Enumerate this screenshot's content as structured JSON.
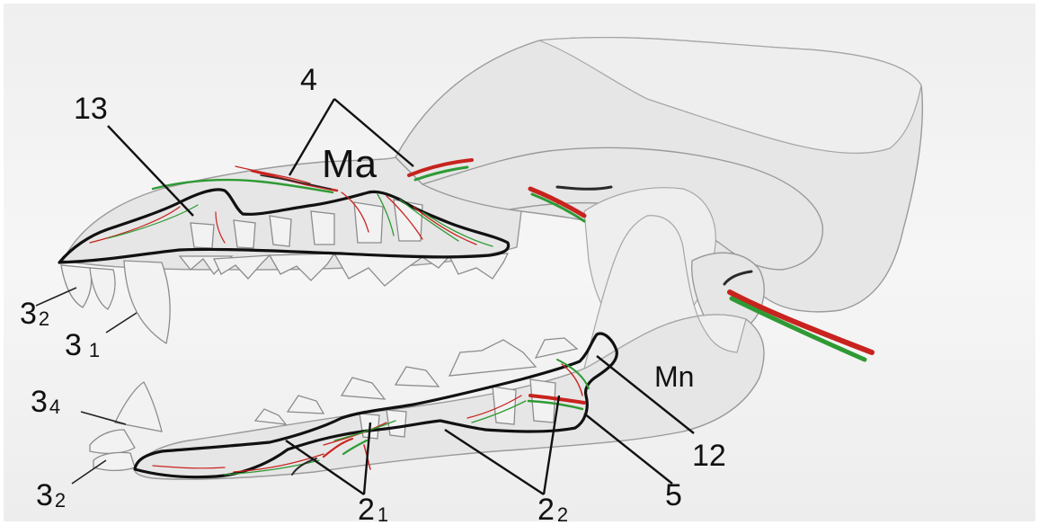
{
  "labels": {
    "l13": "13",
    "l4": "4",
    "ma": "Ma",
    "mn": "Mn",
    "l12": "12",
    "l5": "5",
    "l2_1_main": "2",
    "l2_1_sub": "1",
    "l2_2_main": "2",
    "l2_2_sub": "2",
    "l3_1_main": "3",
    "l3_1_sub": "1",
    "l3_2u_main": "3",
    "l3_2u_sub": "2",
    "l3_4_main": "3",
    "l3_4_sub": "4",
    "l3_2l_main": "3",
    "l3_2l_sub": "2"
  },
  "colors": {
    "nerve_red": "#c8231e",
    "nerve_green": "#2e9a34",
    "nerve_dark": "#2a2a2a",
    "outline": "#111111",
    "background": "#ffffff",
    "bone_fill": "#e6e6e6"
  }
}
